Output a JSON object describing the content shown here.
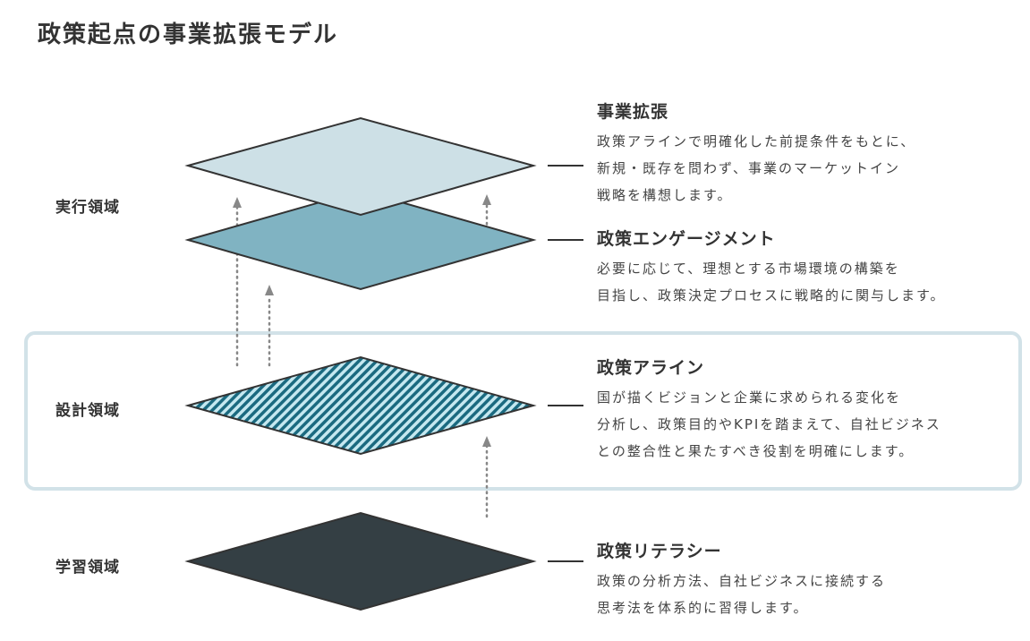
{
  "title": "政策起点の事業拡張モデル",
  "areas": [
    {
      "label": "実行領域"
    },
    {
      "label": "設計領域"
    },
    {
      "label": "学習領域"
    }
  ],
  "layers": [
    {
      "title": "事業拡張",
      "lines": [
        "政策アラインで明確化した前提条件をもとに、",
        "新規・既存を問わず、事業のマーケットイン",
        "戦略を構想します。"
      ],
      "color": "#cde0e6"
    },
    {
      "title": "政策エンゲージメント",
      "lines": [
        "必要に応じて、理想とする市場環境の構築を",
        "目指し、政策決定プロセスに戦略的に関与します。"
      ],
      "color": "#80b3c2"
    },
    {
      "title": "政策アライン",
      "lines": [
        "国が描くビジョンと企業に求められる変化を",
        "分析し、政策目的やKPIを踏まえて、自社ビジネス",
        "との整合性と果たすべき役割を明確にします。"
      ],
      "color": "#1b6a80"
    },
    {
      "title": "政策リテラシー",
      "lines": [
        "政策の分析方法、自社ビジネスに接続する",
        "思考法を体系的に習得します。"
      ],
      "color": "#343f44"
    }
  ]
}
